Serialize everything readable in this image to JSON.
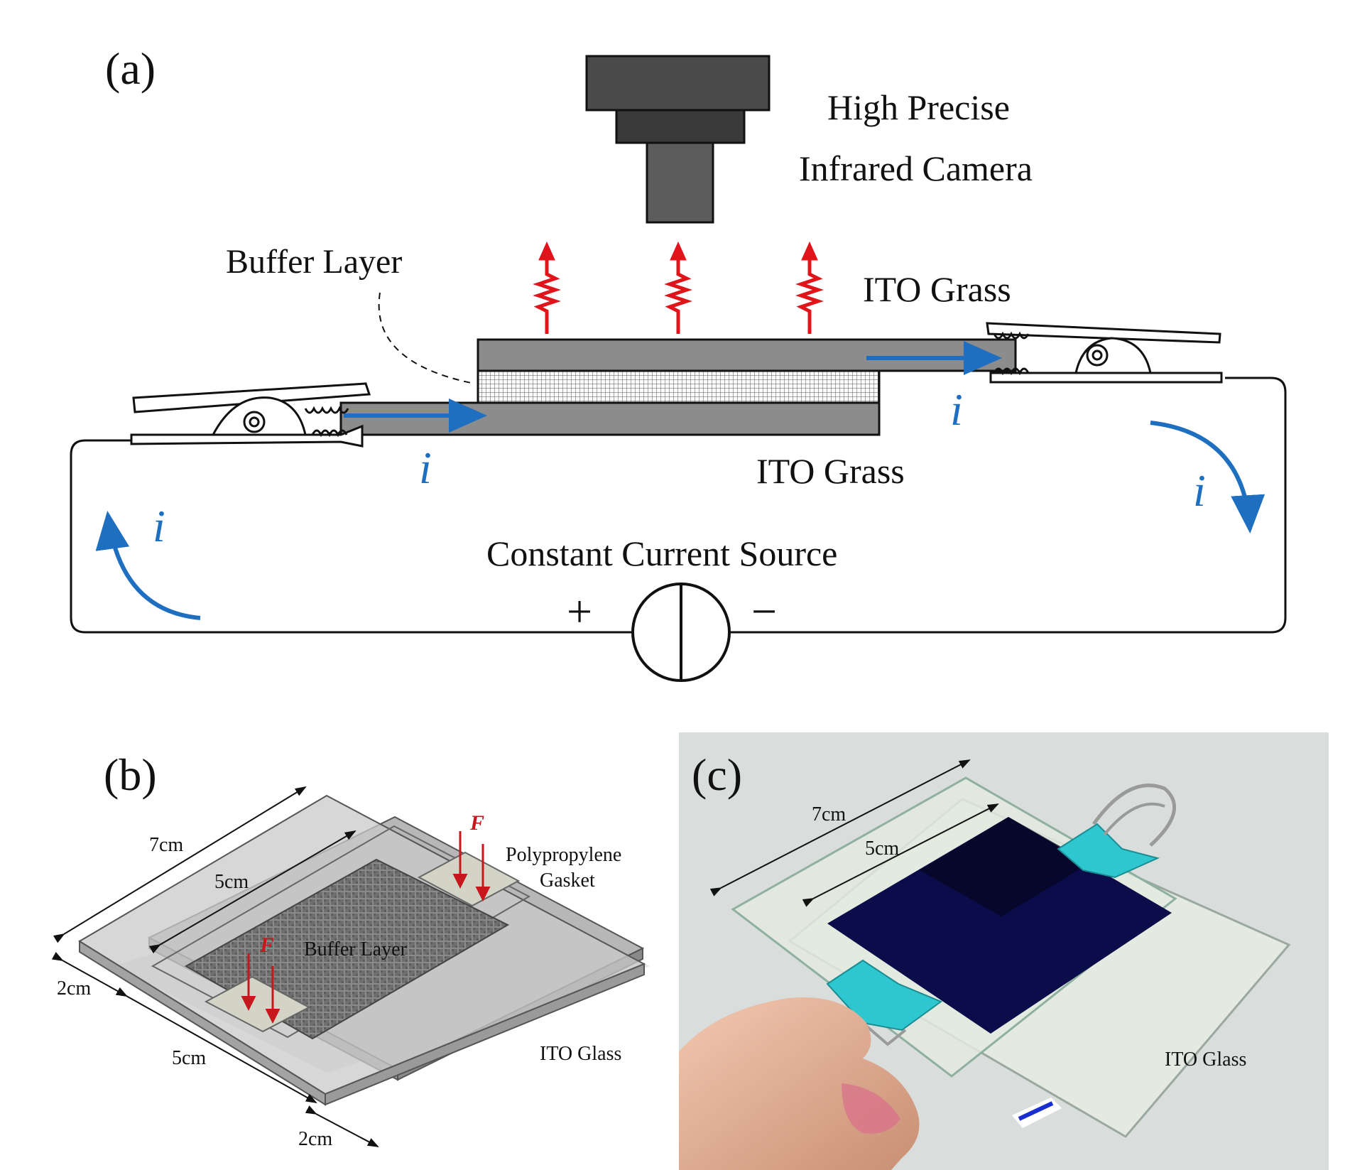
{
  "panel_a": {
    "panel_label": "(a)",
    "camera_label_line1": "High Precise",
    "camera_label_line2": "Infrared Camera",
    "buffer_layer_label": "Buffer Layer",
    "ito_top_label": "ITO Grass",
    "ito_bottom_label": "ITO Grass",
    "current_symbol": "i",
    "source_label": "Constant Current Source",
    "plus_sign": "+",
    "minus_sign": "−",
    "colors": {
      "current_arrow": "#1f6fc0",
      "heat_arrow": "#e0141b",
      "glass": "#8c8c8c",
      "camera_dark": "#3a3a3a"
    }
  },
  "panel_b": {
    "panel_label": "(b)",
    "dim_7cm": "7cm",
    "dim_5cm_top": "5cm",
    "dim_2cm_left": "2cm",
    "dim_5cm_bottom": "5cm",
    "dim_2cm_bottom": "2cm",
    "force_label": "F",
    "gasket_label_line1": "Polypropylene",
    "gasket_label_line2": "Gasket",
    "buffer_label": "Buffer Layer",
    "ito_label": "ITO Glass"
  },
  "panel_c": {
    "panel_label": "(c)",
    "dim_7cm": "7cm",
    "dim_5cm": "5cm",
    "ito_label": "ITO Glass",
    "colors": {
      "background": "#d9dedd",
      "sample": "#0b0d4a",
      "clip": "#2fc7cf"
    }
  }
}
